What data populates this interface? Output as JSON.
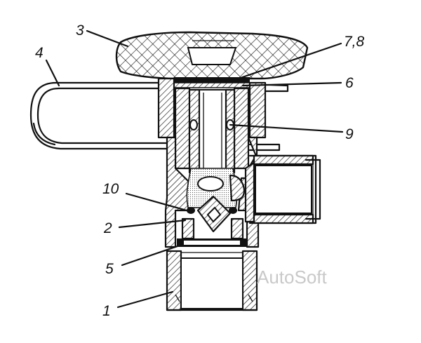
{
  "callouts": {
    "c1": "1",
    "c2": "2",
    "c3": "3",
    "c4": "4",
    "c5": "5",
    "c6": "6",
    "c78": "7,8",
    "c9": "9",
    "c10": "10"
  },
  "watermark": "AutoSoft"
}
